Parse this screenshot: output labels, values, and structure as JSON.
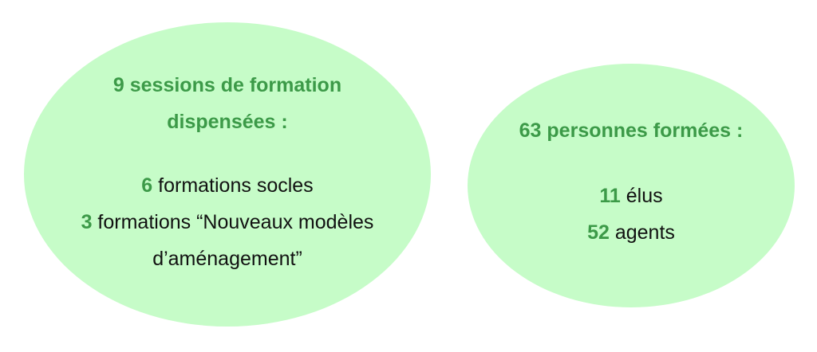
{
  "sessions": {
    "title_line1": "9 sessions de formation",
    "title_line2": "dispensées :",
    "socles_count": "6",
    "socles_label": "formations socles",
    "nouveaux_count": "3",
    "nouveaux_label": "formations “Nouveaux modèles",
    "nouveaux_label2": "d’aménagement”"
  },
  "personnes": {
    "title": "63 personnes formées :",
    "elus_count": "11",
    "elus_label": "élus",
    "agents_count": "52",
    "agents_label": "agents"
  },
  "colors": {
    "fill": "#c6fcc8",
    "accent": "#3c9a48"
  }
}
